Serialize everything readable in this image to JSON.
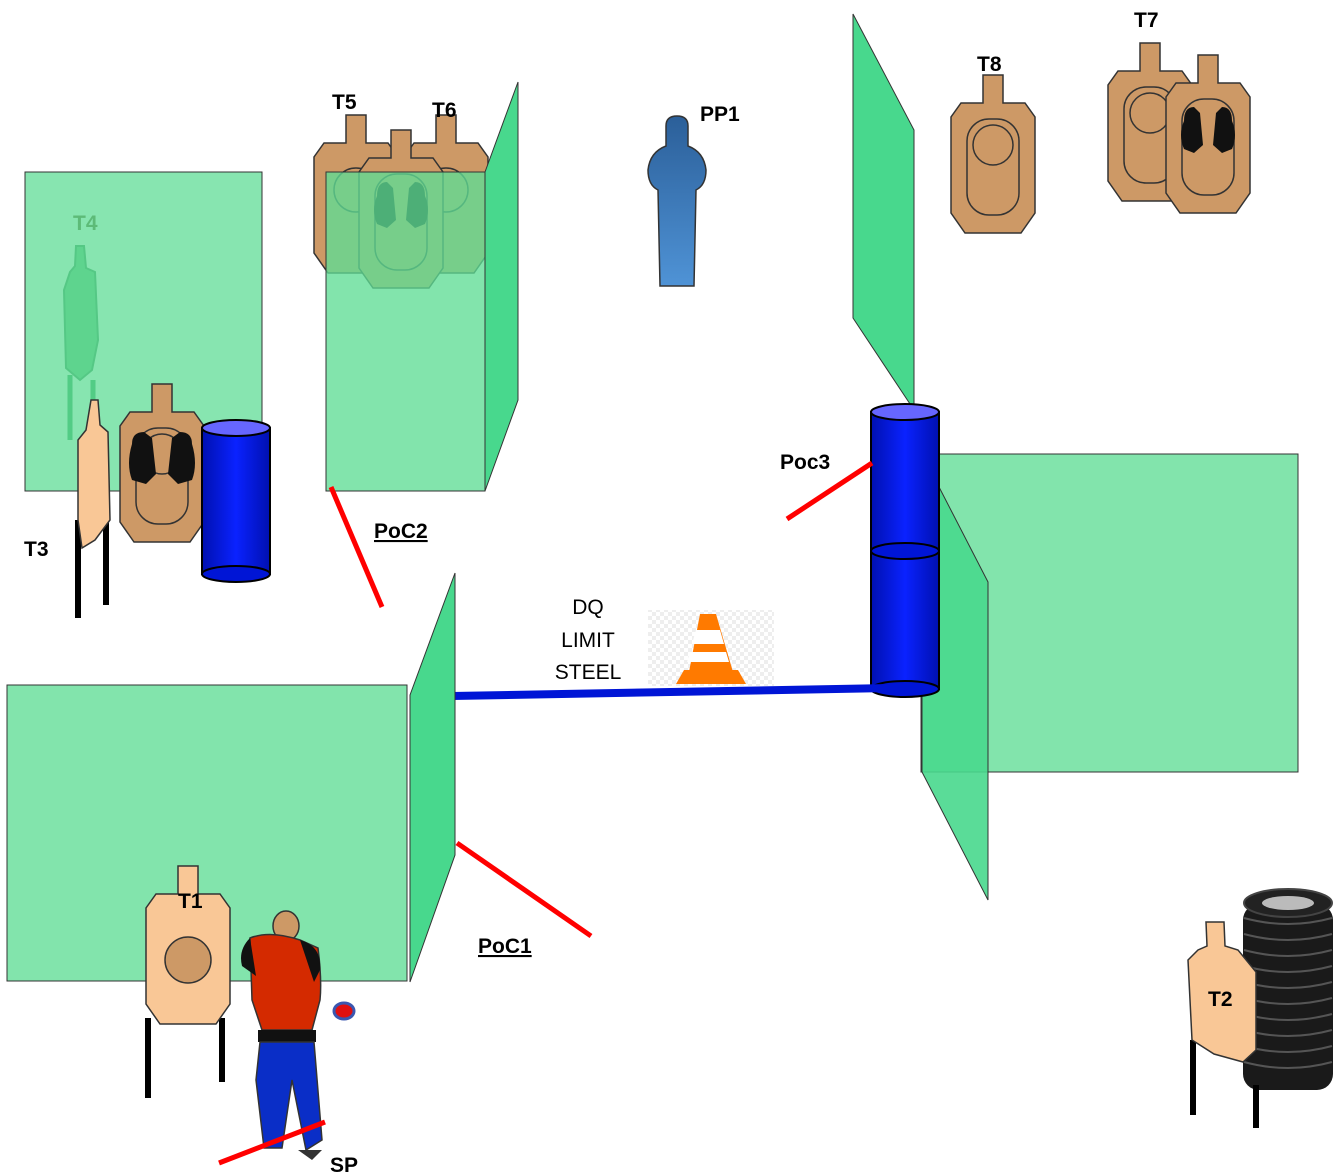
{
  "labels": {
    "t1": "T1",
    "t2": "T2",
    "t3": "T3",
    "t4": "T4",
    "t5": "T5",
    "t6": "T6",
    "t7": "T7",
    "t8": "T8",
    "pp1": "PP1",
    "poc1": "PoC1",
    "poc2": "PoC2",
    "poc3": "Poc3",
    "sp": "SP",
    "dq_line1": "DQ",
    "dq_line2": "LIMIT",
    "dq_line3": "STEEL"
  },
  "colors": {
    "wall": "#5fdc95",
    "wall_edge": "#48d88d",
    "target_cardboard": "#cd9966",
    "target_light": "#f9c796",
    "no_shoot": "#000000",
    "barrel": "#0015d6",
    "barrel_top": "#6666ff",
    "fault_line": "#ff0000",
    "dq_limit_line": "#0015d6",
    "popper": "#3a78b8",
    "cone": "#ff7a00"
  },
  "icons": {
    "cone": "traffic-cone-icon",
    "shooter": "shooter-figure-icon",
    "popper": "popper-steel-icon"
  }
}
